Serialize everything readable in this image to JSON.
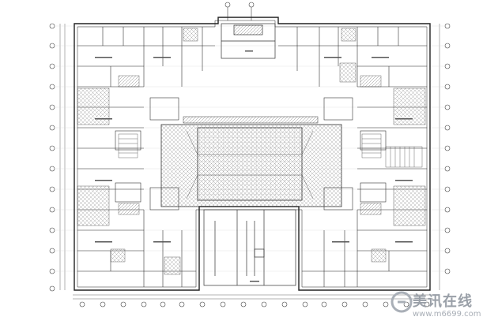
{
  "drawing": {
    "kind": "architectural floor plan",
    "line_color": "#333333",
    "hatch_color": "#777777",
    "background": "#ffffff"
  },
  "watermark": {
    "text": "美讯在线",
    "url": "www.m6699.com",
    "color": "#9aa0a8"
  }
}
